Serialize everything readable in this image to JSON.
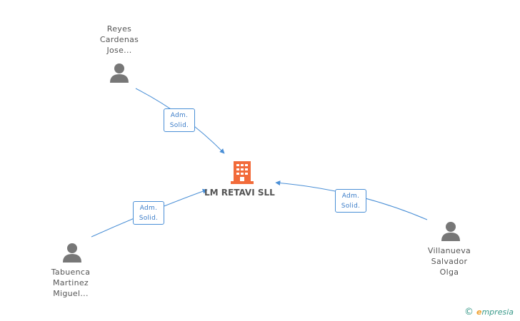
{
  "company": {
    "name": "LM RETAVI  SLL",
    "icon": "building-icon",
    "color": "#f26b3a"
  },
  "people": [
    {
      "id": "reyes",
      "lines": [
        "Reyes",
        "Cardenas",
        "Jose..."
      ],
      "icon": "person-icon"
    },
    {
      "id": "tabuenca",
      "lines": [
        "Tabuenca",
        "Martinez",
        "Miguel..."
      ],
      "icon": "person-icon"
    },
    {
      "id": "villanueva",
      "lines": [
        "Villanueva",
        "Salvador",
        "Olga"
      ],
      "icon": "person-icon"
    }
  ],
  "relations": [
    {
      "from": "reyes",
      "role": [
        "Adm.",
        "Solid."
      ]
    },
    {
      "from": "tabuenca",
      "role": [
        "Adm.",
        "Solid."
      ]
    },
    {
      "from": "villanueva",
      "role": [
        "Adm.",
        "Solid."
      ]
    }
  ],
  "colors": {
    "edge": "#4a8fd6",
    "person": "#777777",
    "text": "#555555"
  },
  "brand": {
    "copyright": "©",
    "initial": "e",
    "rest": "mpresia"
  }
}
